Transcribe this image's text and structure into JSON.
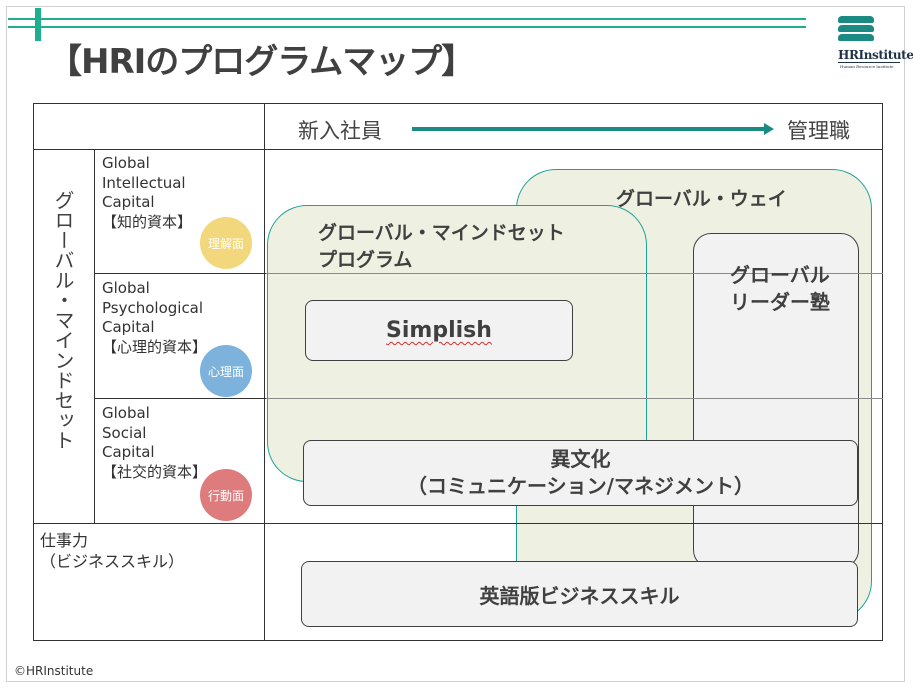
{
  "title": "【HRIのプログラムマップ】",
  "logo": {
    "name": "HRInstitute",
    "subtitle": "Human Resource Institute"
  },
  "copyright": "©HRInstitute",
  "header": {
    "start": "新入社員",
    "end": "管理職"
  },
  "vertical_title": "グローバル・マインドセット",
  "rows": [
    {
      "name": "Global\nIntellectual\nCapital\n【知的資本】",
      "badge": "理解面",
      "badge_color": "#f2d77d"
    },
    {
      "name": "Global\nPsychological\nCapital\n【心理的資本】",
      "badge": "心理面",
      "badge_color": "#7cb2dc"
    },
    {
      "name": "Global\nSocial\nCapital\n【社交的資本】",
      "badge": "行動面",
      "badge_color": "#de7b7d"
    }
  ],
  "bottom_row_label": "仕事力\n（ビジネススキル）",
  "programs": {
    "global_way": "グローバル・ウェイ",
    "global_mindset_program": "グローバル・マインドセット\nプログラム",
    "global_leader": "グローバル\nリーダー塾",
    "simplish": "Simplish",
    "intercultural": "異文化\n（コミュニケーション/マネジメント）",
    "english_business": "英語版ビジネススキル"
  },
  "colors": {
    "accent_green": "#1fae8e",
    "teal": "#1a8a83",
    "panel_fill": "#eef1e1",
    "box_fill": "#f2f2f2"
  }
}
